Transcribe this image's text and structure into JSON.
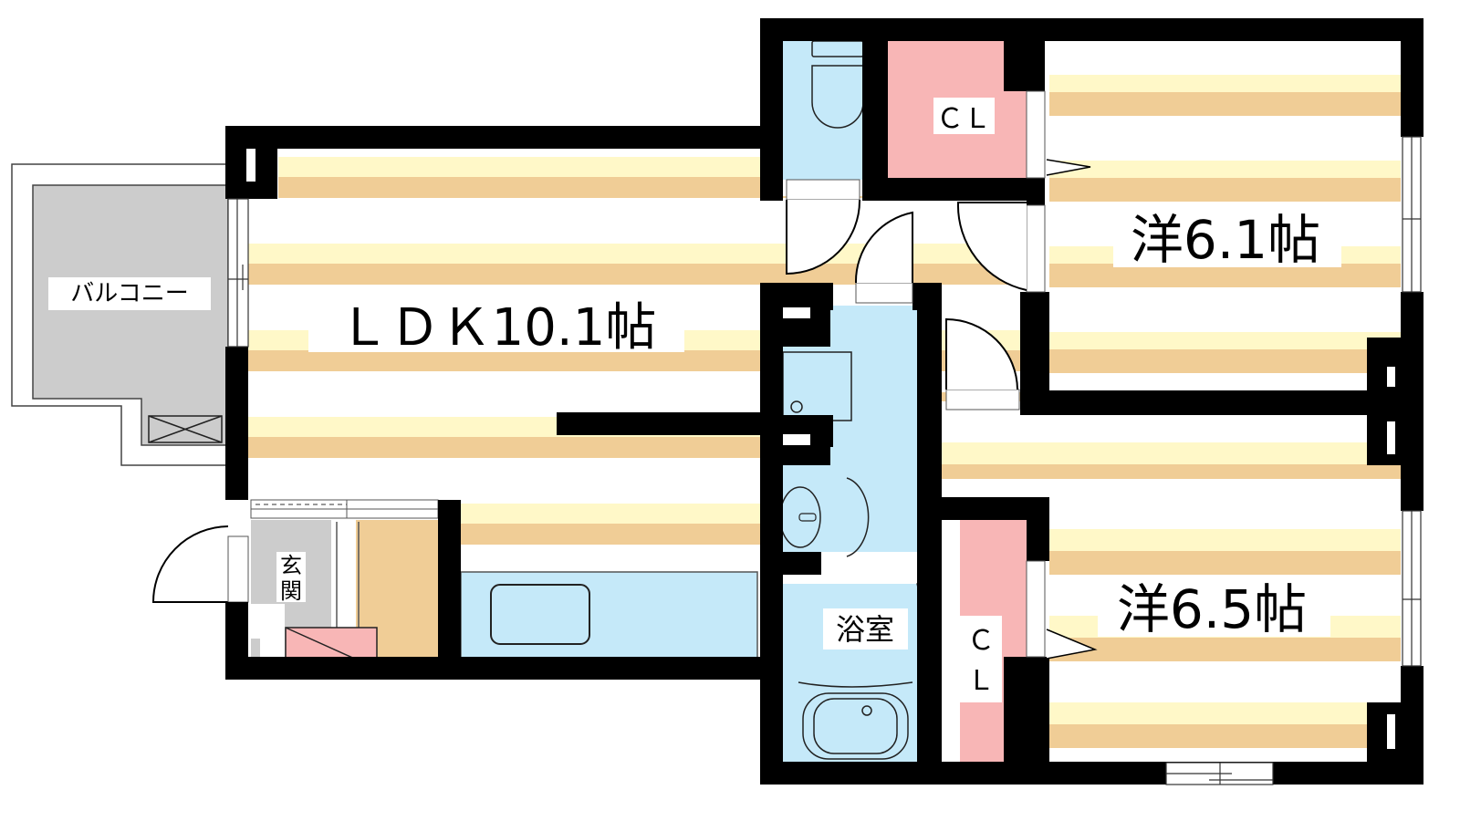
{
  "floor_plan": {
    "rooms": {
      "ldk": {
        "label": "ＬＤＫ10.1帖",
        "type": "LDK",
        "size_jo": 10.1
      },
      "west_room_1": {
        "label": "洋6.1帖",
        "type": "western",
        "size_jo": 6.1
      },
      "west_room_2": {
        "label": "洋6.5帖",
        "type": "western",
        "size_jo": 6.5
      },
      "balcony": {
        "label": "バルコニー"
      },
      "entrance": {
        "label": "玄関"
      },
      "bathroom": {
        "label": "浴室"
      },
      "closet_top": {
        "label": "ＣＬ"
      },
      "closet_bottom": {
        "label_line1": "Ｃ",
        "label_line2": "Ｌ"
      }
    },
    "colors": {
      "wall": "#000000",
      "floor_light": "#fff8c8",
      "floor_dark": "#f0cd96",
      "wet_area": "#c5e9f9",
      "closet": "#f8b6b6",
      "balcony": "#cccccc",
      "entrance_floor": "#cccccc",
      "storage": "#f0cd96"
    }
  }
}
